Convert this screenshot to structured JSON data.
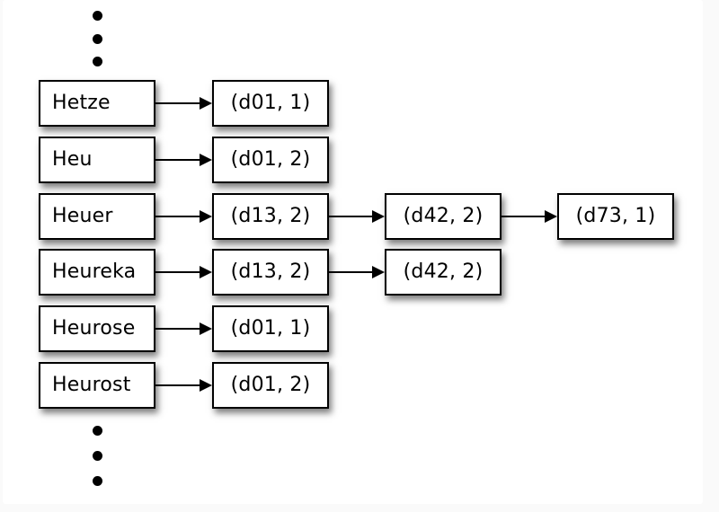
{
  "diagram": {
    "rows": [
      {
        "term": "Hetze",
        "postings": [
          "(d01, 1)"
        ]
      },
      {
        "term": "Heu",
        "postings": [
          "(d01, 2)"
        ]
      },
      {
        "term": "Heuer",
        "postings": [
          "(d13, 2)",
          "(d42, 2)",
          "(d73, 1)"
        ]
      },
      {
        "term": "Heureka",
        "postings": [
          "(d13, 2)",
          "(d42, 2)"
        ]
      },
      {
        "term": "Heurose",
        "postings": [
          "(d01, 1)"
        ]
      },
      {
        "term": "Heurost",
        "postings": [
          "(d01, 2)"
        ]
      }
    ],
    "ellipsis": {
      "top_dot_count": 3,
      "bottom_dot_count": 3
    },
    "colors": {
      "page_background": "#fafafa",
      "panel_background": "#ffffff",
      "box_fill": "#ffffff",
      "box_border": "#000000",
      "text": "#000000",
      "arrow": "#000000"
    }
  }
}
